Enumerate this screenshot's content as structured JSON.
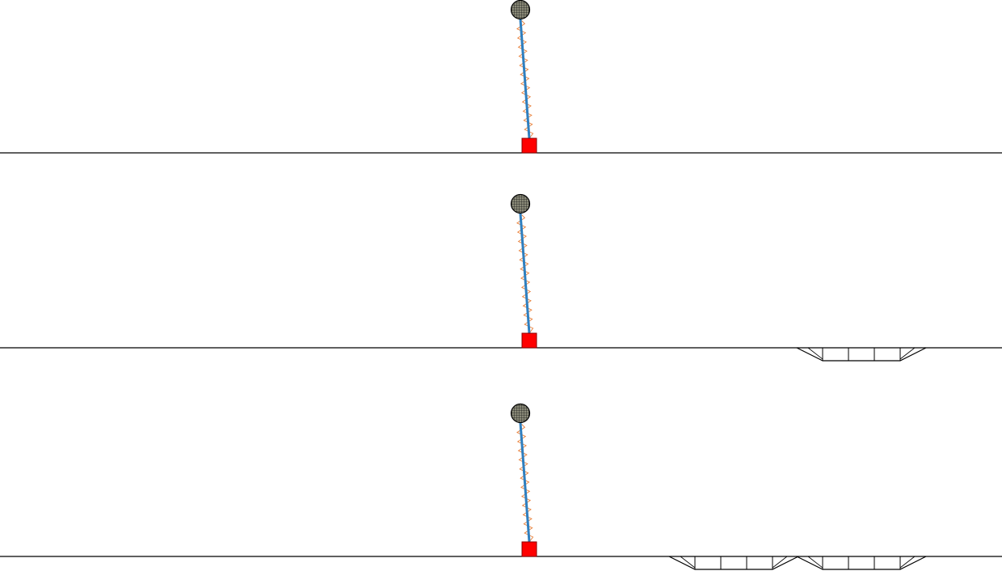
{
  "simulation": {
    "panels": [
      {
        "id": "panel-1",
        "pole": {
          "tilt_direction": "left-at-top"
        },
        "obstacles": []
      },
      {
        "id": "panel-2",
        "pole": {
          "tilt_direction": "left-at-top"
        },
        "obstacles": [
          {
            "kind": "trench",
            "segments": 3
          }
        ]
      },
      {
        "id": "panel-3",
        "pole": {
          "tilt_direction": "left-at-top"
        },
        "obstacles": [
          {
            "kind": "trench",
            "segments": 3
          },
          {
            "kind": "trench",
            "segments": 3
          }
        ]
      }
    ],
    "colors": {
      "ground": "#000000",
      "cart": "#ff0000",
      "pole": "#2f7fbf",
      "spring": "#e8803a",
      "ball_fill": "#7a7a6a",
      "ball_outline": "#000000",
      "background": "#ffffff"
    }
  }
}
